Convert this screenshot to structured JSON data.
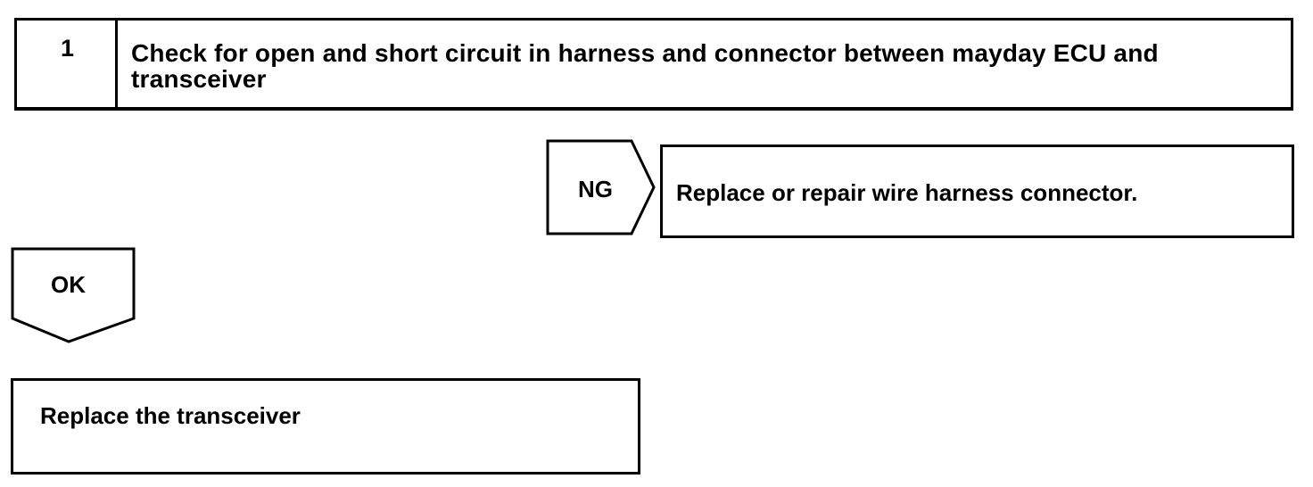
{
  "step": {
    "number": "1",
    "title": "Check for open and short circuit in harness and connector between mayday ECU and transceiver"
  },
  "ng_branch": {
    "label": "NG",
    "action": "Replace or repair wire harness connector."
  },
  "ok_branch": {
    "label": "OK",
    "action": "Replace the transceiver"
  },
  "colors": {
    "line": "#000000",
    "background": "#ffffff"
  }
}
